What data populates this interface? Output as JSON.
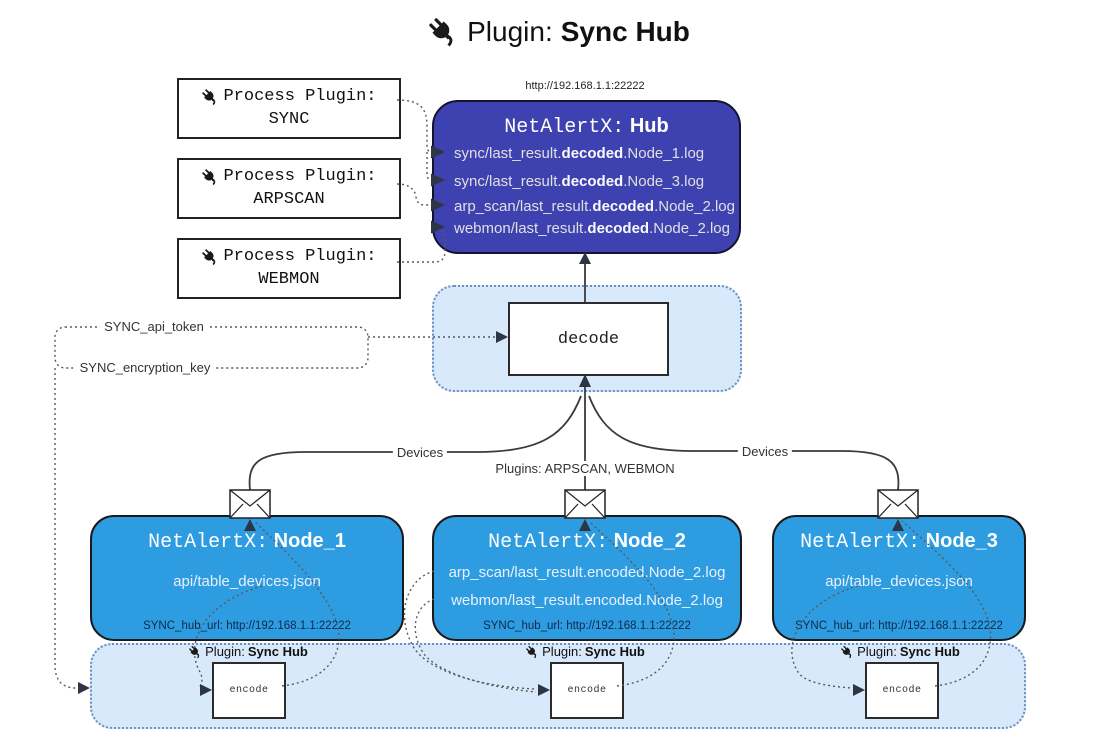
{
  "title": {
    "prefix": "Plugin:",
    "name": "Sync Hub"
  },
  "hub": {
    "url": "http://192.168.1.1:22222",
    "title_prefix": "NetAlertX:",
    "title_name": "Hub",
    "logs": [
      {
        "pre": "sync/last_result.",
        "bold": "decoded",
        "post": ".Node_1.log"
      },
      {
        "pre": "sync/last_result.",
        "bold": "decoded",
        "post": ".Node_3.log"
      },
      {
        "pre": "arp_scan/last_result.",
        "bold": "decoded",
        "post": ".Node_2.log"
      },
      {
        "pre": "webmon/last_result.",
        "bold": "decoded",
        "post": ".Node_2.log"
      }
    ]
  },
  "process_plugins": [
    {
      "label": "Process Plugin:",
      "name": "SYNC"
    },
    {
      "label": "Process Plugin:",
      "name": "ARPSCAN"
    },
    {
      "label": "Process Plugin:",
      "name": "WEBMON"
    }
  ],
  "decode_label": "decode",
  "encode_label": "encode",
  "node_plugin_label": {
    "prefix": "Plugin:",
    "name": "Sync Hub"
  },
  "config_labels": {
    "api_token": "SYNC_api_token",
    "encryption_key": "SYNC_encryption_key"
  },
  "edge_labels": {
    "devices_left": "Devices",
    "plugins_center": "Plugins: ARPSCAN, WEBMON",
    "devices_right": "Devices"
  },
  "nodes": [
    {
      "title_prefix": "NetAlertX:",
      "title_name": "Node_1",
      "files": [
        "api/table_devices.json"
      ],
      "hub_url": "SYNC_hub_url: http://192.168.1.1:22222"
    },
    {
      "title_prefix": "NetAlertX:",
      "title_name": "Node_2",
      "files": [
        "arp_scan/last_result.encoded.Node_2.log",
        "webmon/last_result.encoded.Node_2.log"
      ],
      "hub_url": "SYNC_hub_url: http://192.168.1.1:22222"
    },
    {
      "title_prefix": "NetAlertX:",
      "title_name": "Node_3",
      "files": [
        "api/table_devices.json"
      ],
      "hub_url": "SYNC_hub_url: http://192.168.1.1:22222"
    }
  ],
  "colors": {
    "hub_bg": "#3d42b0",
    "node_bg": "#2d9ce0",
    "panel_bg": "#d8e9fb",
    "panel_border": "#6c8ebf",
    "arrow": "#2e3545"
  }
}
